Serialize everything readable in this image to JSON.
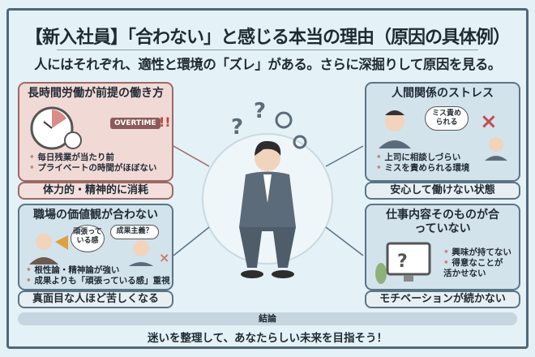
{
  "title": "【新入社員】「合わない」と感じる本当の理由（原因の具体例）",
  "subtitle": "人にはそれぞれ、適性と環境の「ズレ」がある。さらに深掘りして原因を見る。",
  "panels": [
    {
      "heading": "長時間労働が前提の働き方",
      "bullets": [
        "毎日残業が当たり前",
        "プライベートの時間がほぼない"
      ],
      "footer": "体力的・精神的に消耗",
      "sign": "OVERTIME"
    },
    {
      "heading": "職場の価値観が合わない",
      "bullets": [
        "根性論・精神論が強い",
        "成果よりも「頑張っている感」重視"
      ],
      "footer": "真面目な人ほど苦しくなる",
      "bubble1": "頑張っている感",
      "bubble2": "成果主義？"
    },
    {
      "heading": "人間関係のストレス",
      "bullets": [
        "上司に相談しづらい",
        "ミスを責められる環境"
      ],
      "footer": "安心して働けない状態",
      "bubble1": "ミス責められる"
    },
    {
      "heading": "仕事内容そのものが合っていない",
      "bullets": [
        "興味が持てない",
        "得意なことが活かせない"
      ],
      "footer": "モチベーションが続かない"
    }
  ],
  "conclusion": {
    "label": "結論",
    "text": "迷いを整理して、あなたらしい未来を目指そう！"
  },
  "colors": {
    "frame": "#4f6878",
    "pink_panel": "#f1d9d6",
    "blue_panel": "#d3e3ec",
    "background": "#e4f1f6"
  }
}
